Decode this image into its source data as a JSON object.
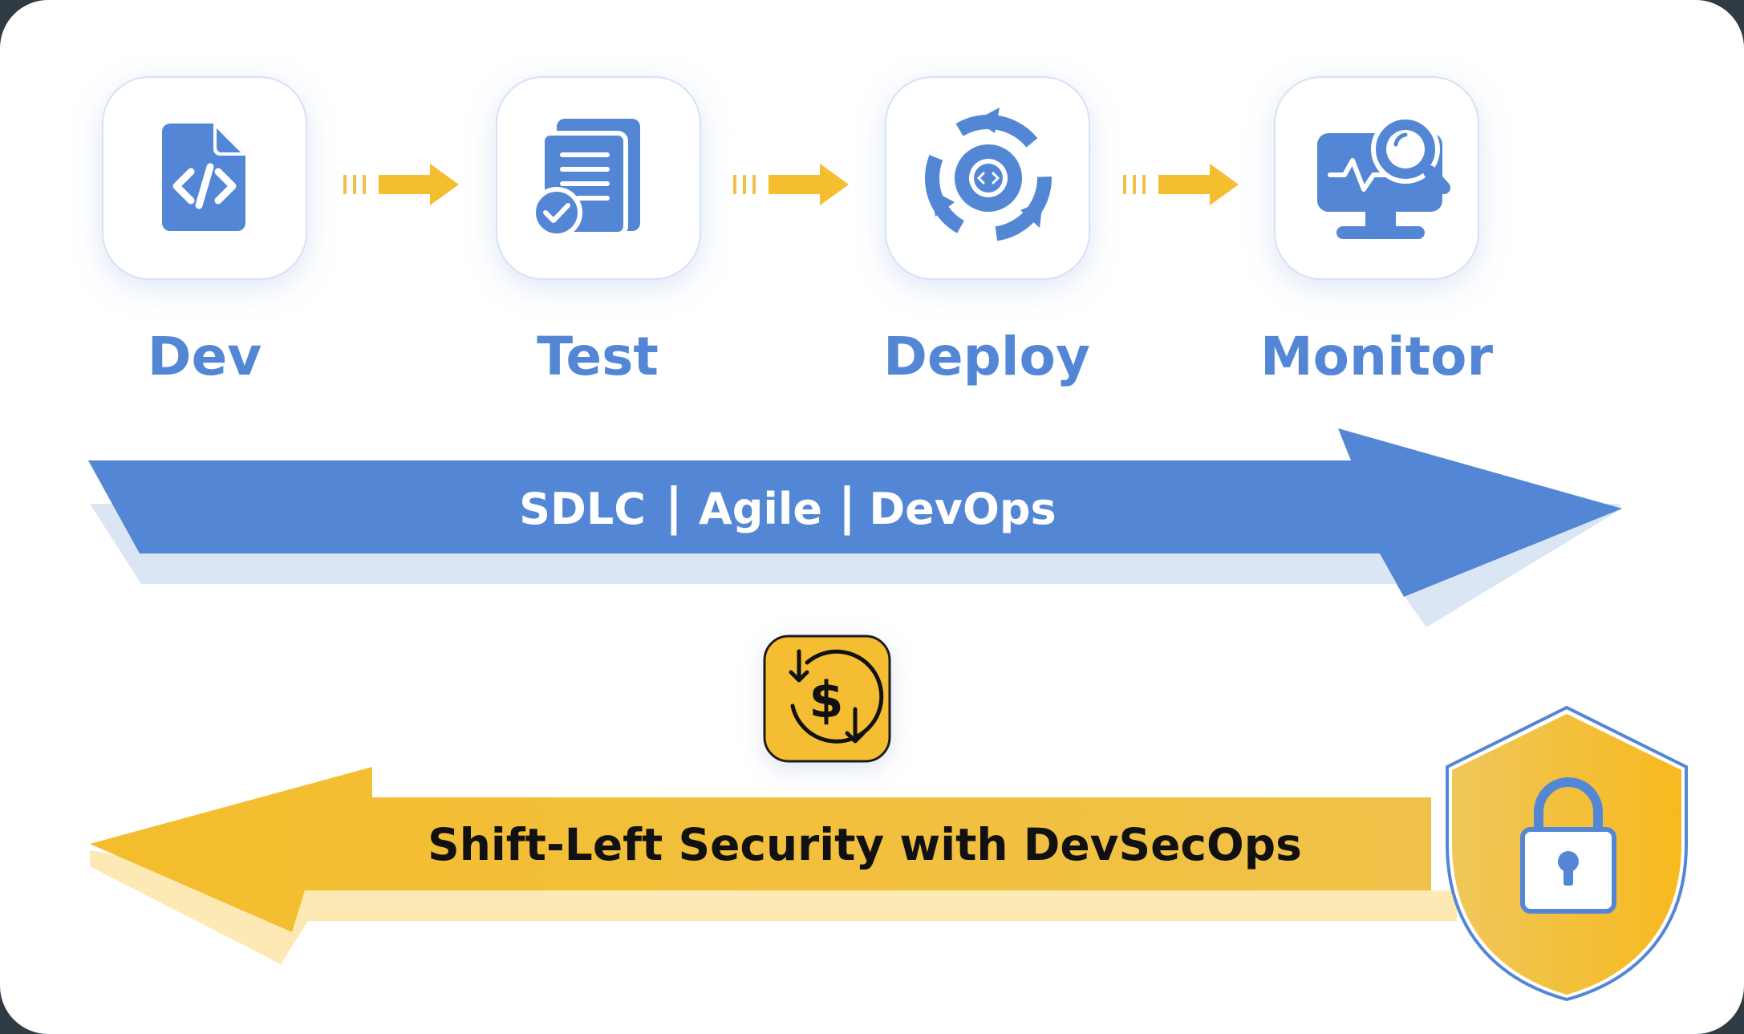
{
  "stages": [
    {
      "label": "Dev",
      "icon": "code-file-icon"
    },
    {
      "label": "Test",
      "icon": "test-documents-check-icon"
    },
    {
      "label": "Deploy",
      "icon": "deploy-cycle-gear-icon"
    },
    {
      "label": "Monitor",
      "icon": "monitor-search-icon"
    }
  ],
  "flow_banner": {
    "items": [
      "SDLC",
      "Agile",
      "DevOps"
    ],
    "separator": "|"
  },
  "cost_badge": {
    "icon": "cost-dollar-cycle-icon"
  },
  "shift_banner": {
    "label": "Shift-Left Security with DevSecOps"
  },
  "shield": {
    "icon": "shield-lock-icon"
  },
  "colors": {
    "primary_blue": "#5387d5",
    "light_blue": "#dbe6f4",
    "accent_yellow": "#f5bd30",
    "light_yellow": "#fde9b3",
    "card_border": "#d6e2f5",
    "frame": "#2f3a43",
    "background": "#ffffff"
  }
}
